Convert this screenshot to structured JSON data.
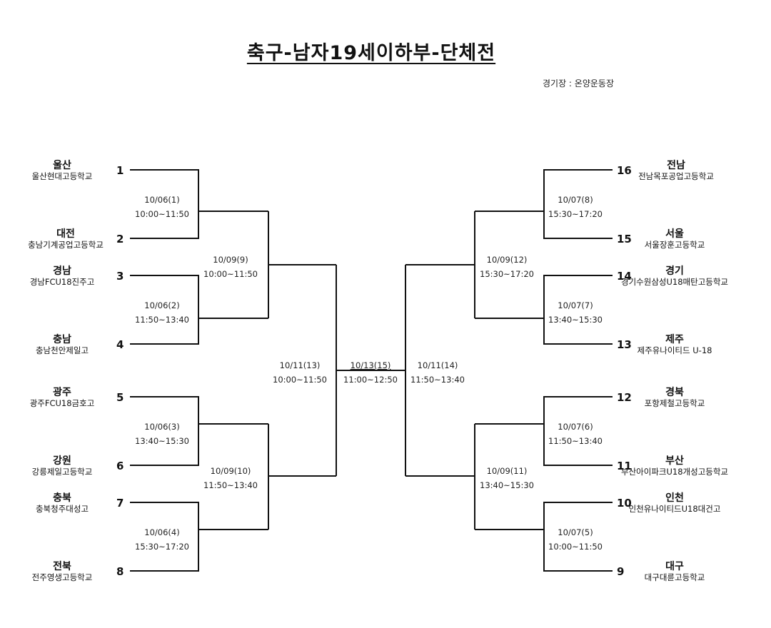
{
  "title": "축구-남자19세이하부-단체전",
  "venue": "경기장 : 온양운동장",
  "left_teams": [
    {
      "seed": "1",
      "region": "울산",
      "school": "울산현대고등학교"
    },
    {
      "seed": "2",
      "region": "대전",
      "school": "충남기계공업고등학교"
    },
    {
      "seed": "3",
      "region": "경남",
      "school": "경남FCU18진주고"
    },
    {
      "seed": "4",
      "region": "충남",
      "school": "충남천안제일고"
    },
    {
      "seed": "5",
      "region": "광주",
      "school": "광주FCU18금호고"
    },
    {
      "seed": "6",
      "region": "강원",
      "school": "강릉제일고등학교"
    },
    {
      "seed": "7",
      "region": "충북",
      "school": "충북청주대성고"
    },
    {
      "seed": "8",
      "region": "전북",
      "school": "전주영생고등학교"
    }
  ],
  "right_teams": [
    {
      "seed": "16",
      "region": "전남",
      "school": "전남목포공업고등학교"
    },
    {
      "seed": "15",
      "region": "서울",
      "school": "서울장훈고등학교"
    },
    {
      "seed": "14",
      "region": "경기",
      "school": "경기수원삼성U18매탄고등학교"
    },
    {
      "seed": "13",
      "region": "제주",
      "school": "제주유나이티드 U-18"
    },
    {
      "seed": "12",
      "region": "경북",
      "school": "포항제철고등학교"
    },
    {
      "seed": "11",
      "region": "부산",
      "school": "부산아이파크U18개성고등학교"
    },
    {
      "seed": "10",
      "region": "인천",
      "school": "인천유나이티드U18대건고"
    },
    {
      "seed": "9",
      "region": "대구",
      "school": "대구대륜고등학교"
    }
  ],
  "matches": {
    "m1": {
      "date": "10/06(1)",
      "time": "10:00~11:50"
    },
    "m2": {
      "date": "10/06(2)",
      "time": "11:50~13:40"
    },
    "m3": {
      "date": "10/06(3)",
      "time": "13:40~15:30"
    },
    "m4": {
      "date": "10/06(4)",
      "time": "15:30~17:20"
    },
    "m5": {
      "date": "10/07(5)",
      "time": "10:00~11:50"
    },
    "m6": {
      "date": "10/07(6)",
      "time": "11:50~13:40"
    },
    "m7": {
      "date": "10/07(7)",
      "time": "13:40~15:30"
    },
    "m8": {
      "date": "10/07(8)",
      "time": "15:30~17:20"
    },
    "m9": {
      "date": "10/09(9)",
      "time": "10:00~11:50"
    },
    "m10": {
      "date": "10/09(10)",
      "time": "11:50~13:40"
    },
    "m11": {
      "date": "10/09(11)",
      "time": "13:40~15:30"
    },
    "m12": {
      "date": "10/09(12)",
      "time": "15:30~17:20"
    },
    "m13": {
      "date": "10/11(13)",
      "time": "10:00~11:50"
    },
    "m14": {
      "date": "10/11(14)",
      "time": "11:50~13:40"
    },
    "m15": {
      "date": "10/13(15)",
      "time": "11:00~12:50"
    }
  }
}
